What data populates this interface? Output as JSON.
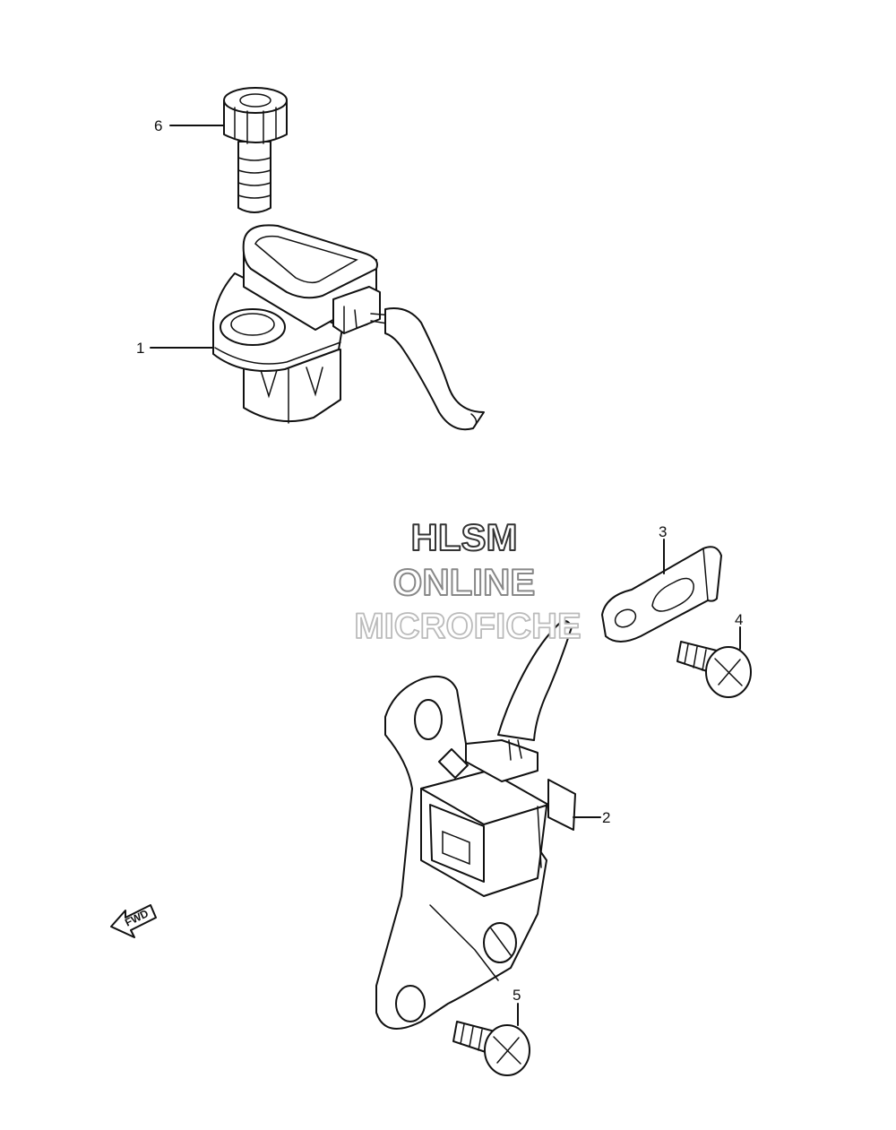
{
  "watermark": {
    "line1": "HLSM",
    "line2": "ONLINE",
    "line3": "MICROFICHE"
  },
  "callouts": [
    "1",
    "2",
    "3",
    "4",
    "5",
    "6"
  ],
  "direction_marker": "FWD"
}
